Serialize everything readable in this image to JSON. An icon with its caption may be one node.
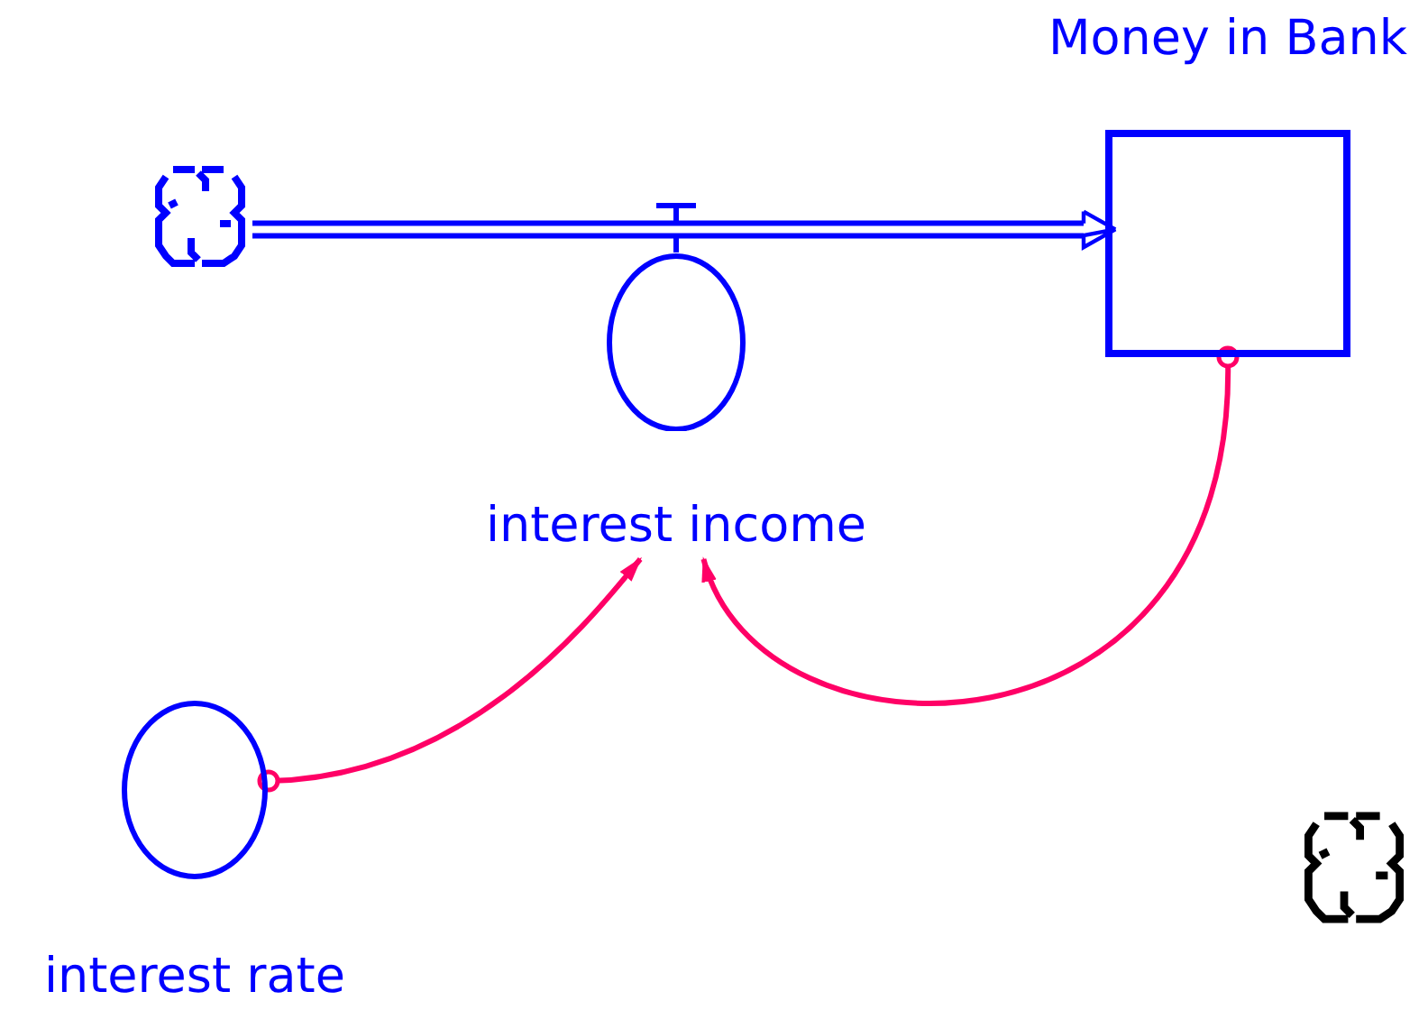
{
  "diagram": {
    "nodes": [
      {
        "text": [],
        "shape": "cloud"
      },
      {
        "text": [
          "Money in Bank"
        ]
      },
      {
        "text": [
          "interest income"
        ]
      },
      {
        "text": [
          "interest rate"
        ]
      },
      {
        "text": [],
        "shape": "cloud"
      }
    ],
    "edges": [
      {
        "from": 0,
        "to": 1,
        "arrow": "to",
        "style": "thick",
        "color": "#0000ff"
      },
      {
        "from": 1,
        "to": 2,
        "arrow": "to",
        "color": "#ff0066"
      },
      {
        "from": 3,
        "to": 2,
        "arrow": "to",
        "color": "#ff0066"
      }
    ]
  }
}
